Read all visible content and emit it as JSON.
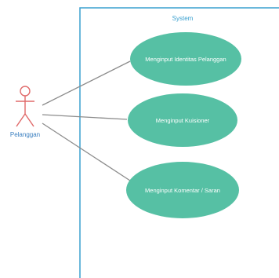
{
  "system": {
    "title": "System"
  },
  "actor": {
    "name": "Pelanggan"
  },
  "use_cases": [
    {
      "label": "Menginput Identitas Pelanggan"
    },
    {
      "label": "Menginput Kuisioner"
    },
    {
      "label": "Menginput Komentar / Saran"
    }
  ],
  "colors": {
    "system_border": "#3aa0cf",
    "use_case_fill": "#56c0a4",
    "actor_stroke": "#e06a6a",
    "association": "#8c8c8c"
  }
}
